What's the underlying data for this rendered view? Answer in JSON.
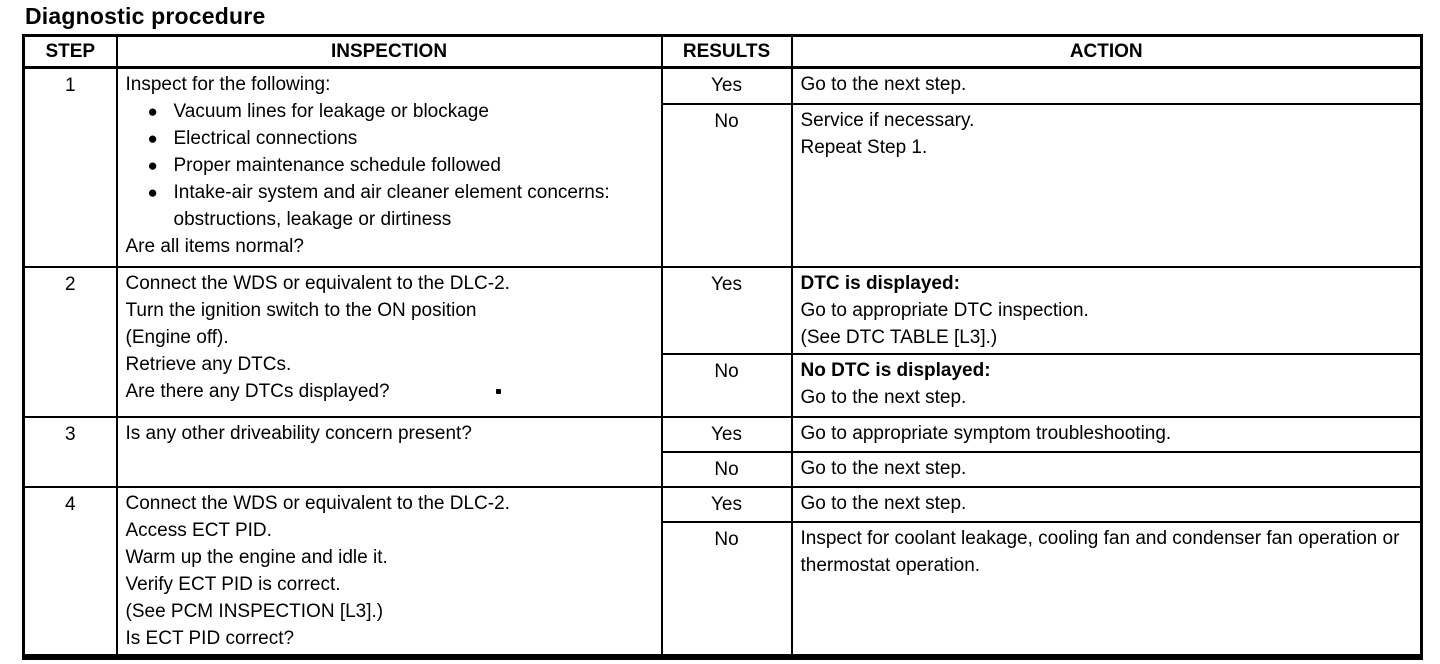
{
  "page_title": "Diagnostic procedure",
  "table": {
    "headers": {
      "step": "STEP",
      "inspection": "INSPECTION",
      "results": "RESULTS",
      "action": "ACTION"
    },
    "steps": [
      {
        "step": "1",
        "inspection_intro": "Inspect for the following:",
        "inspection_bullets": [
          "Vacuum lines for leakage or blockage",
          "Electrical connections",
          "Proper maintenance schedule followed",
          "Intake-air system and air cleaner element concerns: obstructions, leakage or dirtiness"
        ],
        "inspection_question": "Are all items normal?",
        "rows": [
          {
            "result": "Yes",
            "action": "Go to the next step."
          },
          {
            "result": "No",
            "action": "Service if necessary.\nRepeat Step 1."
          }
        ]
      },
      {
        "step": "2",
        "inspection": "Connect the WDS or equivalent to the DLC-2.\nTurn the ignition switch to the ON position\n(Engine off).\nRetrieve any DTCs.\nAre there any DTCs displayed?",
        "rows": [
          {
            "result": "Yes",
            "action_bold": "DTC is displayed:",
            "action": "Go to appropriate DTC inspection.\n(See DTC TABLE [L3].)"
          },
          {
            "result": "No",
            "action_bold": "No DTC is displayed:",
            "action": "Go to the next step."
          }
        ]
      },
      {
        "step": "3",
        "inspection": "Is any other driveability concern present?",
        "rows": [
          {
            "result": "Yes",
            "action": "Go to appropriate symptom troubleshooting."
          },
          {
            "result": "No",
            "action": "Go to the next step."
          }
        ]
      },
      {
        "step": "4",
        "inspection": "Connect the WDS or equivalent to the DLC-2.\nAccess ECT PID.\nWarm up the engine and idle it.\nVerify ECT PID is correct.\n(See PCM INSPECTION [L3].)\nIs ECT PID correct?",
        "rows": [
          {
            "result": "Yes",
            "action": "Go to the next step."
          },
          {
            "result": "No",
            "action": "Inspect for coolant leakage, cooling fan and condenser fan operation or thermostat operation."
          }
        ]
      }
    ]
  }
}
